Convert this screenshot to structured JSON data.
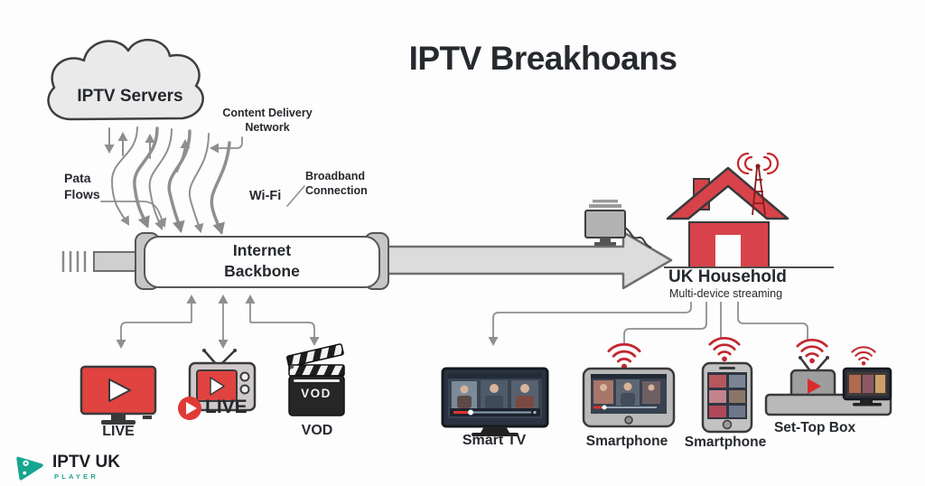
{
  "title": "IPTV Breakhoans",
  "network": {
    "servers_label": "IPTV Servers",
    "cdn_label": "Content Delivery Network",
    "data_flows_label": "Pata Flows",
    "wifi_label": "Wi-Fi",
    "broadband_label": "Broadband Connection",
    "backbone_label": "Internet Backbone"
  },
  "household": {
    "title": "UK Household",
    "subtitle": "Multi-device streaming"
  },
  "content_sources": [
    {
      "label": "LIVE"
    },
    {
      "label": "LIVE"
    },
    {
      "label": "VOD",
      "board_text": "VOD"
    }
  ],
  "client_devices": [
    {
      "label": "Smart TV"
    },
    {
      "label": "Smartphone"
    },
    {
      "label": "Smartphone"
    },
    {
      "label": "Set-Top Box"
    }
  ],
  "logo": {
    "name": "IPTV UK",
    "tagline": "PLAYER"
  },
  "colors": {
    "house_red": "#d8434b",
    "device_red": "#e04340",
    "wifi_red": "#c22730",
    "line_gray": "#8f8f8f",
    "fill_gray": "#d9d9d9",
    "screen_dark": "#2f3847",
    "logo_teal": "#21a38f",
    "text_dark": "#26292e"
  }
}
